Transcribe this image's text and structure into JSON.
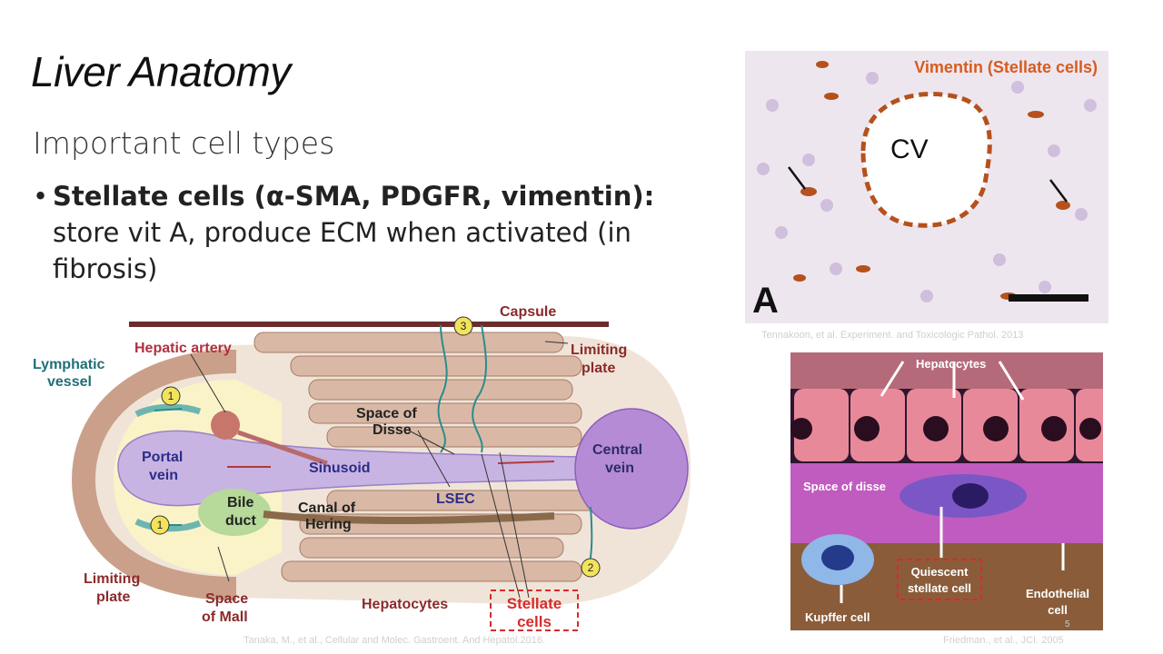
{
  "slide": {
    "title": "Liver Anatomy",
    "subtitle": "Important cell types",
    "bullet_bold": "Stellate cells (α-SMA, PDGFR, vimentin):",
    "bullet_text": "store vit A, produce ECM when activated (in fibrosis)",
    "bullet_marker": "•"
  },
  "diagram": {
    "labels": {
      "capsule": "Capsule",
      "hepatic_artery": "Hepatic artery",
      "lymphatic_vessel_1": "Lymphatic",
      "lymphatic_vessel_2": "vessel",
      "limiting_plate_top_1": "Limiting",
      "limiting_plate_top_2": "plate",
      "space_of_disse_1": "Space of",
      "space_of_disse_2": "Disse",
      "portal_vein_1": "Portal",
      "portal_vein_2": "vein",
      "sinusoid": "Sinusoid",
      "central_vein_1": "Central",
      "central_vein_2": "vein",
      "bile_duct_1": "Bile",
      "bile_duct_2": "duct",
      "canal_of_hering_1": "Canal of",
      "canal_of_hering_2": "Hering",
      "lsec": "LSEC",
      "limiting_plate_bottom_1": "Limiting",
      "limiting_plate_bottom_2": "plate",
      "space_of_mall_1": "Space",
      "space_of_mall_2": "of Mall",
      "hepatocytes": "Hepatocytes",
      "stellate_cells_1": "Stellate",
      "stellate_cells_2": "cells",
      "marker_1": "1",
      "marker_2": "2",
      "marker_3": "3"
    },
    "citation": "Tanaka, M., et al., Cellular and Molec. Gastroent. And Hepatol.2016."
  },
  "micrograph": {
    "title": "Vimentin (Stellate cells)",
    "cv_label": "CV",
    "panel_letter": "A",
    "citation": "Tennakoon, et al. Experiment. and Toxicologic Pathol. 2013"
  },
  "illustration": {
    "hepatocytes": "Hepatocytes",
    "space_of_disse": "Space of disse",
    "quiescent_1": "Quiescent",
    "quiescent_2": "stellate cell",
    "endothelial_1": "Endothelial",
    "endothelial_2": "cell",
    "kupffer": "Kupffer cell",
    "page_num": "5",
    "citation": "Friedman., et al., JCI. 2005"
  }
}
